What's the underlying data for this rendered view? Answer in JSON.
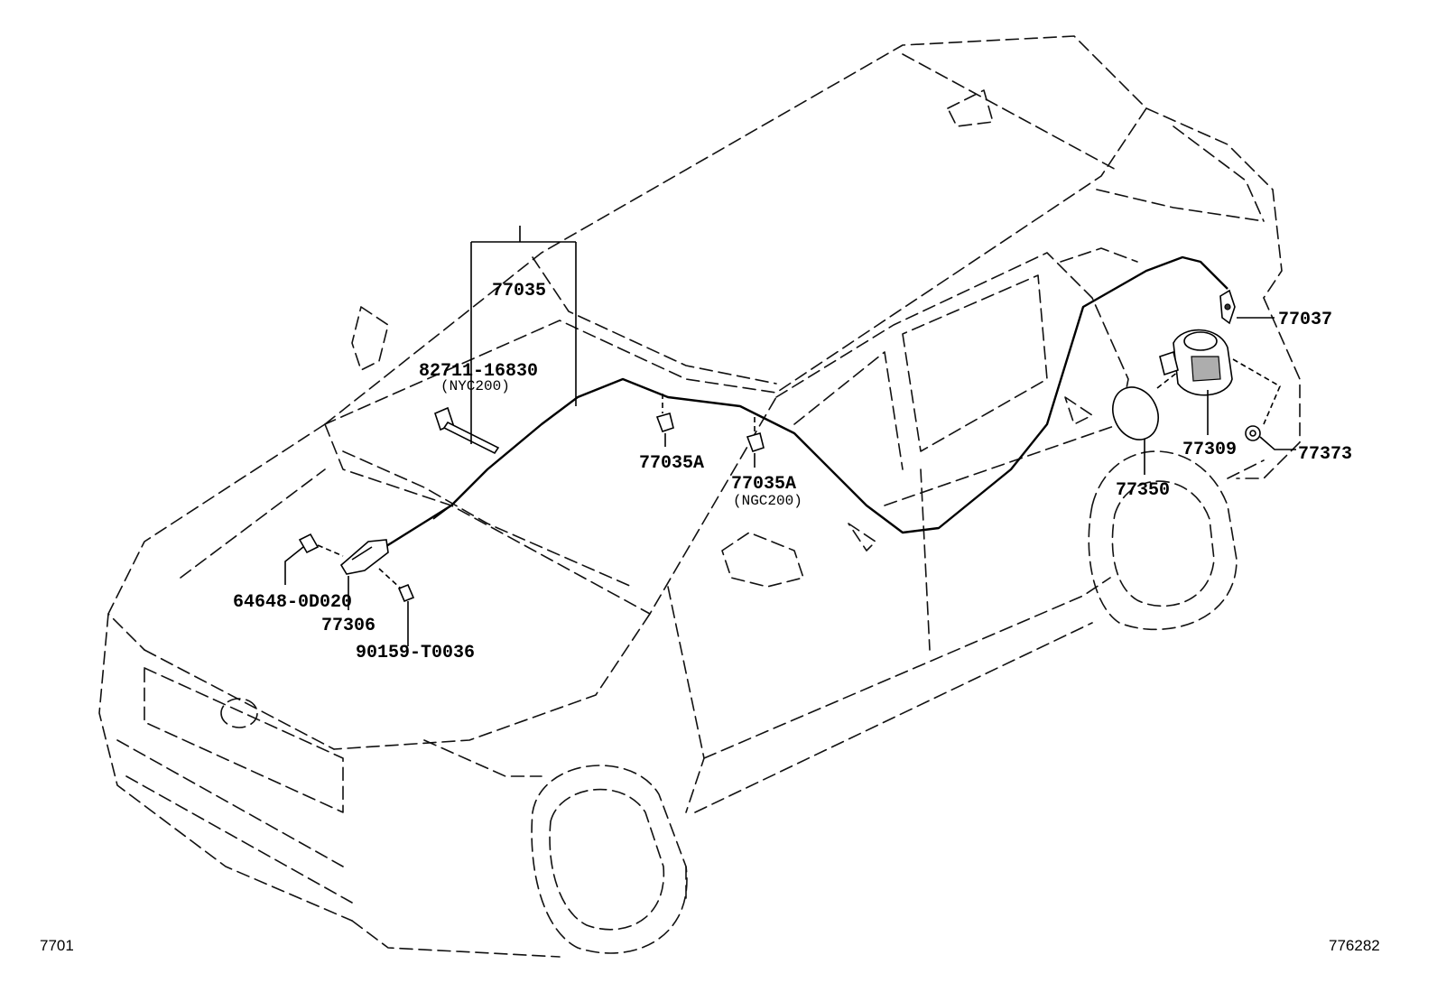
{
  "labels": {
    "cable_assy": "77035",
    "cable_opt_pn": "82711-16830",
    "cable_opt_code": "(NYC200)",
    "clamp_a": "77035A",
    "clamp_b": "77035A",
    "clamp_b_code": "(NGC200)",
    "lever": "77306",
    "lever_bracket": "64648-0D020",
    "screw": "90159-T0036",
    "lock_assy": "77037",
    "housing": "77309",
    "fuel_door": "77350",
    "grommet": "77373"
  },
  "footer": {
    "left_code": "7701",
    "right_code": "776282"
  }
}
